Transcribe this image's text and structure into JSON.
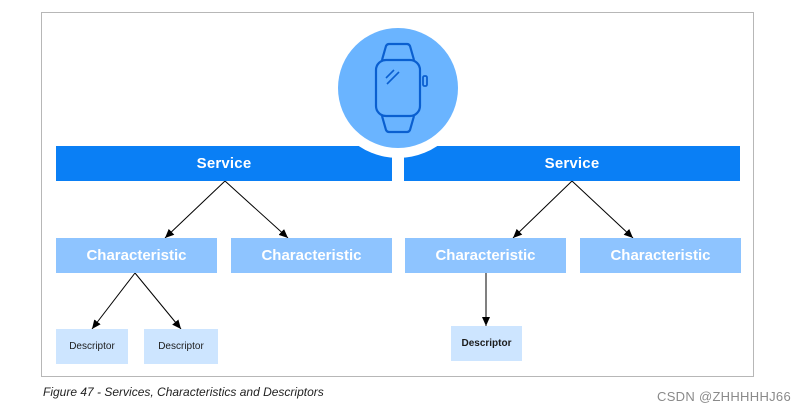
{
  "diagram": {
    "services": [
      {
        "label": "Service",
        "characteristics": [
          {
            "label": "Characteristic",
            "descriptors": [
              "Descriptor",
              "Descriptor"
            ]
          },
          {
            "label": "Characteristic",
            "descriptors": []
          }
        ]
      },
      {
        "label": "Service",
        "characteristics": [
          {
            "label": "Characteristic",
            "descriptors": [
              "Descriptor"
            ]
          },
          {
            "label": "Characteristic",
            "descriptors": []
          }
        ]
      }
    ],
    "device_icon": "smartwatch-icon",
    "colors": {
      "service": "#0a7ff5",
      "characteristic": "#8ec4ff",
      "descriptor": "#cde5ff",
      "device_circle": "#6ab4ff",
      "arrow": "#000000"
    }
  },
  "caption": "Figure 47 - Services, Characteristics and Descriptors",
  "watermark": "CSDN @ZHHHHHJ66"
}
